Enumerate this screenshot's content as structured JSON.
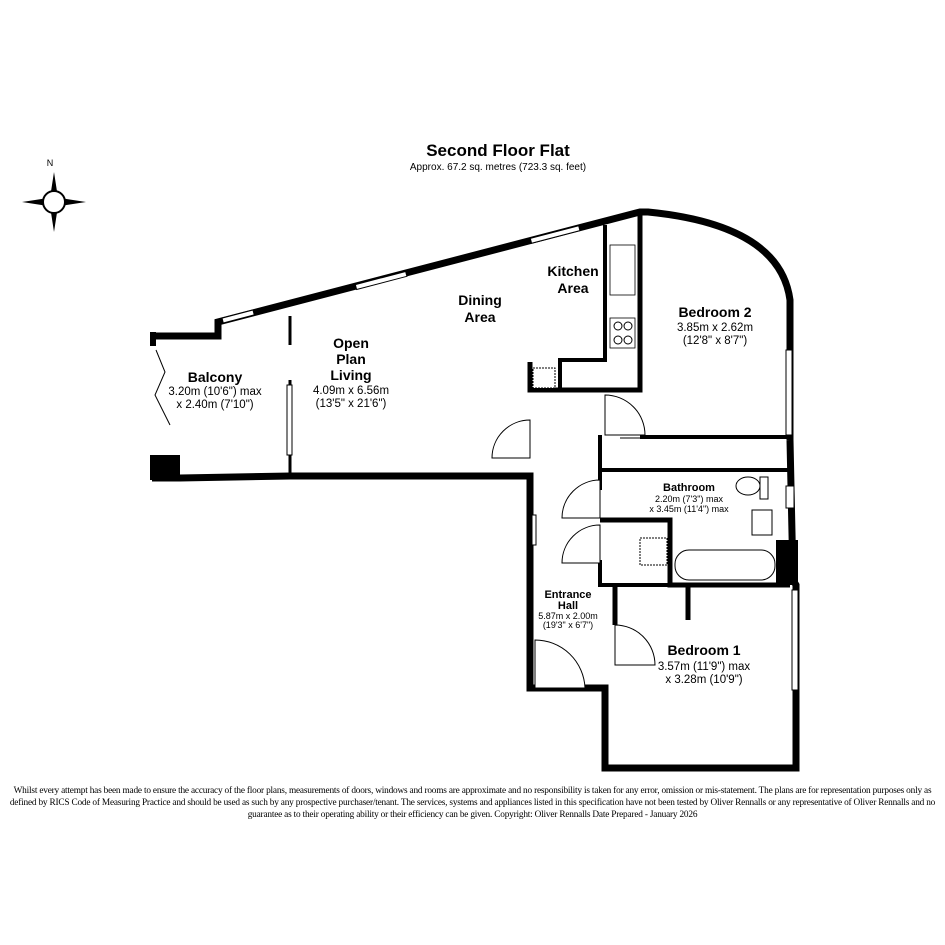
{
  "header": {
    "title": "Second Floor Flat",
    "area": "Approx. 67.2 sq. metres (723.3 sq. feet)"
  },
  "compass": {
    "label": "N"
  },
  "rooms": {
    "balcony": {
      "name": "Balcony",
      "dim1": "3.20m (10'6\") max",
      "dim2": "x 2.40m (7'10\")"
    },
    "living": {
      "name1": "Open",
      "name2": "Plan",
      "name3": "Living",
      "dim1": "4.09m x 6.56m",
      "dim2": "(13'5\" x 21'6\")"
    },
    "dining": {
      "name1": "Dining",
      "name2": "Area"
    },
    "kitchen": {
      "name1": "Kitchen",
      "name2": "Area"
    },
    "bedroom2": {
      "name": "Bedroom 2",
      "dim1": "3.85m x 2.62m",
      "dim2": "(12'8\" x 8'7\")"
    },
    "bathroom": {
      "name": "Bathroom",
      "dim1": "2.20m (7'3\") max",
      "dim2": "x 3.45m (11'4\") max"
    },
    "hall": {
      "name1": "Entrance",
      "name2": "Hall",
      "dim1": "5.87m x 2.00m",
      "dim2": "(19'3\" x 6'7\")"
    },
    "bedroom1": {
      "name": "Bedroom 1",
      "dim1": "3.57m (11'9\") max",
      "dim2": "x 3.28m (10'9\")"
    }
  },
  "disclaimer": "Whilst every attempt has been made to ensure the accuracy of the floor plans, measurements of doors, windows and rooms are approximate and no responsibility is taken for any error, omission or mis-statement. The plans are for representation purposes only as defined by RICS Code of Measuring Practice and should be used as such by any prospective purchaser/tenant. The services, systems and appliances listed in this specification have not been tested by Oliver Rennalls or any representative of Oliver Rennalls and no guarantee as to their operating ability or their efficiency can be given. Copyright: Oliver Rennalls Date Prepared - January 2026"
}
